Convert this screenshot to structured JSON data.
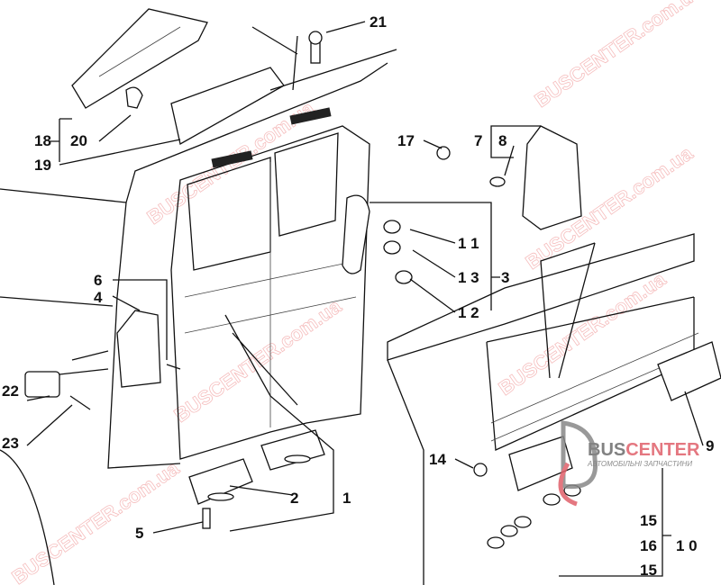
{
  "callouts": {
    "c21": "21",
    "c18": "18",
    "c20": "20",
    "c19": "19",
    "c17": "17",
    "c7": "7",
    "c8": "8",
    "c11": "1 1",
    "c13": "1 3",
    "c3": "3",
    "c12": "1 2",
    "c6": "6",
    "c4": "4",
    "c22": "22",
    "c23": "23",
    "c2": "2",
    "c1": "1",
    "c5": "5",
    "c14": "14",
    "c9": "9",
    "c15a": "15",
    "c16": "16",
    "c10": "1 0",
    "c15b": "15"
  },
  "logo": {
    "brand_a": "BUS",
    "brand_b": "CENTER",
    "subtitle": "АВТОМОБІЛЬНІ ЗАПЧАСТИНИ"
  },
  "watermark": "BUSCENTER.com.ua",
  "colors": {
    "brand_gray": "#6d6d6d",
    "brand_red": "#e0606a",
    "watermark": "#e88888"
  }
}
